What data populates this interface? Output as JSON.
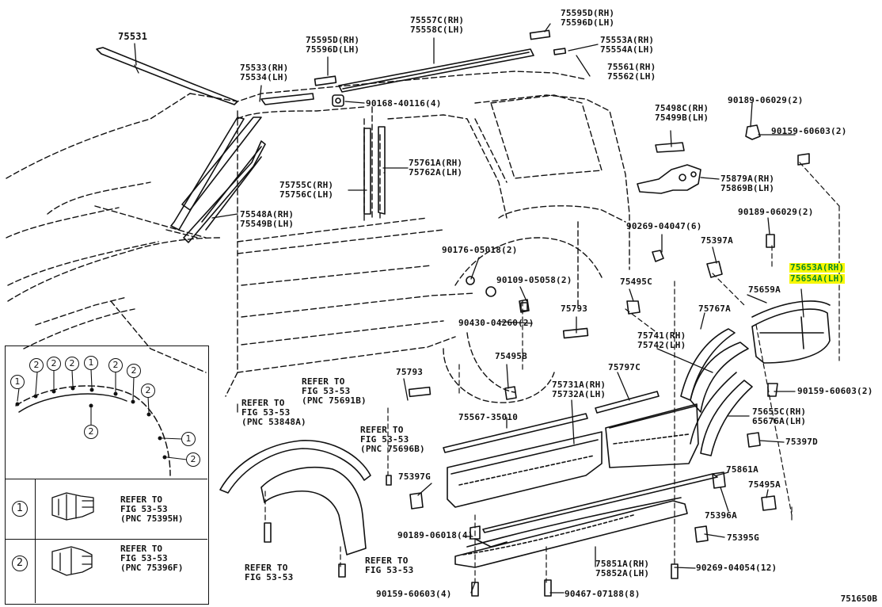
{
  "labels": {
    "p75531": "75531",
    "p75557c": "75557C(RH)\n75558C(LH)",
    "p75595d_top": "75595D(RH)\n75596D(LH)",
    "p75595d": "75595D(RH)\n75596D(LH)",
    "p75553a": "75553A(RH)\n75554A(LH)",
    "p75561": "75561(RH)\n75562(LH)",
    "p75533": "75533(RH)\n75534(LH)",
    "p90168": "90168-40116(4)",
    "p75498c": "75498C(RH)\n75499B(LH)",
    "p90189_1": "90189-06029(2)",
    "p90159_1": "90159-60603(2)",
    "p75761a": "75761A(RH)\n75762A(LH)",
    "p75755c": "75755C(RH)\n75756C(LH)",
    "p75879a": "75879A(RH)\n75869B(LH)",
    "p90189_2": "90189-06029(2)",
    "p75548a": "75548A(RH)\n75549B(LH)",
    "p90269_1": "90269-04047(6)",
    "p75397a": "75397A",
    "p90176": "90176-05018(2)",
    "p90109": "90109-05058(2)",
    "p75653a_rh": "75653A(RH)",
    "p75654a_lh": "75654A(LH)",
    "p75495c": "75495C",
    "p75659a": "75659A",
    "p75793_1": "75793",
    "p75767a": "75767A",
    "p90430": "90430-04260(2)",
    "p75741": "75741(RH)\n75742(LH)",
    "p75495b": "75495B",
    "p75797c": "75797C",
    "p75793_2": "75793",
    "p75731a": "75731A(RH)\n75732A(LH)",
    "p90159_2": "90159-60603(2)",
    "p75567": "75567-35010",
    "p75655c": "75655C(RH)\n65676A(LH)",
    "p75397d": "75397D",
    "p75397g": "75397G",
    "p75861a": "75861A",
    "p75495a": "75495A",
    "p75396a": "75396A",
    "p90189_3": "90189-06018(4)",
    "p75395g": "75395G",
    "p75851a": "75851A(RH)\n75852A(LH)",
    "p90269_2": "90269-04054(12)",
    "p90159_3": "90159-60603(4)",
    "p90467": "90467-07188(8)",
    "ref_53848a": "REFER TO\nFIG 53-53\n(PNC 53848A)",
    "ref_75691b": "REFER TO\nFIG 53-53\n(PNC 75691B)",
    "ref_75696b": "REFER TO\nFIG 53-53\n(PNC 75696B)",
    "ref_bottom_left": "REFER TO\nFIG 53-53",
    "ref_bottom_mid": "REFER TO\nFIG 53-53"
  },
  "legend": {
    "circle_1": "1",
    "circle_2": "2",
    "row1_text": "REFER TO\nFIG 53-53\n(PNC 75395H)",
    "row2_text": "REFER TO\nFIG 53-53\n(PNC 75396F)"
  },
  "diagram_id": "751650B",
  "highlight_color": "#f7f700",
  "highlight_text_color": "#0a8a2a"
}
